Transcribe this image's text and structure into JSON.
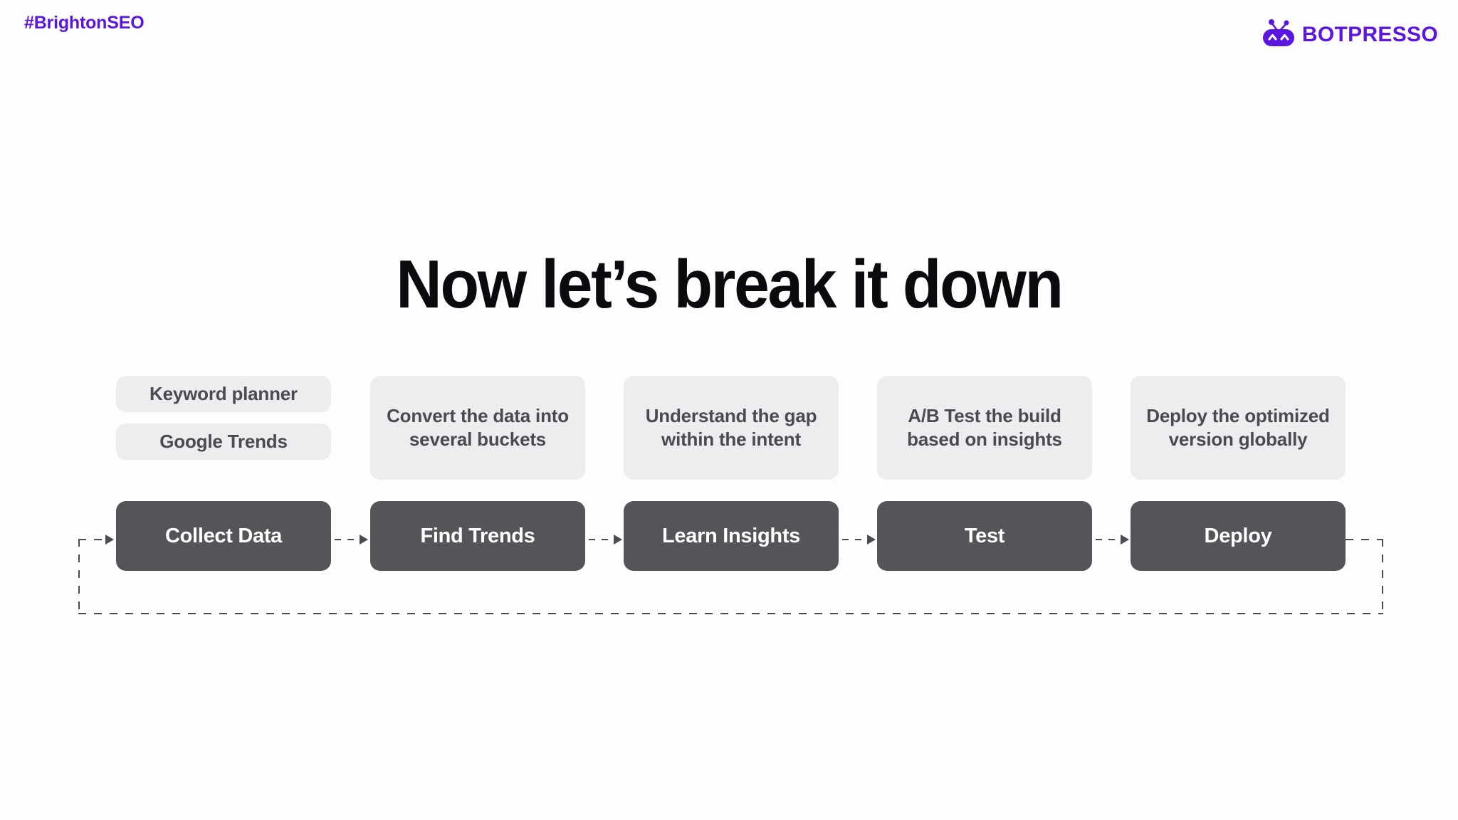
{
  "header": {
    "hashtag": "#BrightonSEO",
    "brand_name": "BOTPRESSO",
    "brand_color": "#5b16e0",
    "logo_icon": "robot-head-icon"
  },
  "slide": {
    "title": "Now let’s break it down",
    "background_color": "#fdfdfd",
    "title_color": "#0b0b0f"
  },
  "diagram": {
    "type": "process-flow",
    "detail_box_color": "#ededef",
    "detail_text_color": "#4c4a50",
    "stage_box_color": "#565459",
    "stage_text_color": "#ffffff",
    "connector_color": "#4c4a50",
    "connector_style": "dashed-arrow",
    "feedback_loop": {
      "label": "",
      "style": "dashed",
      "from": "Deploy",
      "to": "Collect Data"
    },
    "columns": [
      {
        "stage": "Collect Data",
        "details": [
          "Keyword planner",
          "Google Trends"
        ]
      },
      {
        "stage": "Find Trends",
        "details": [
          "Convert the data into several buckets"
        ]
      },
      {
        "stage": "Learn Insights",
        "details": [
          "Understand the gap within the intent"
        ]
      },
      {
        "stage": "Test",
        "details": [
          "A/B Test the build based on insights"
        ]
      },
      {
        "stage": "Deploy",
        "details": [
          "Deploy the optimized version globally"
        ]
      }
    ]
  }
}
